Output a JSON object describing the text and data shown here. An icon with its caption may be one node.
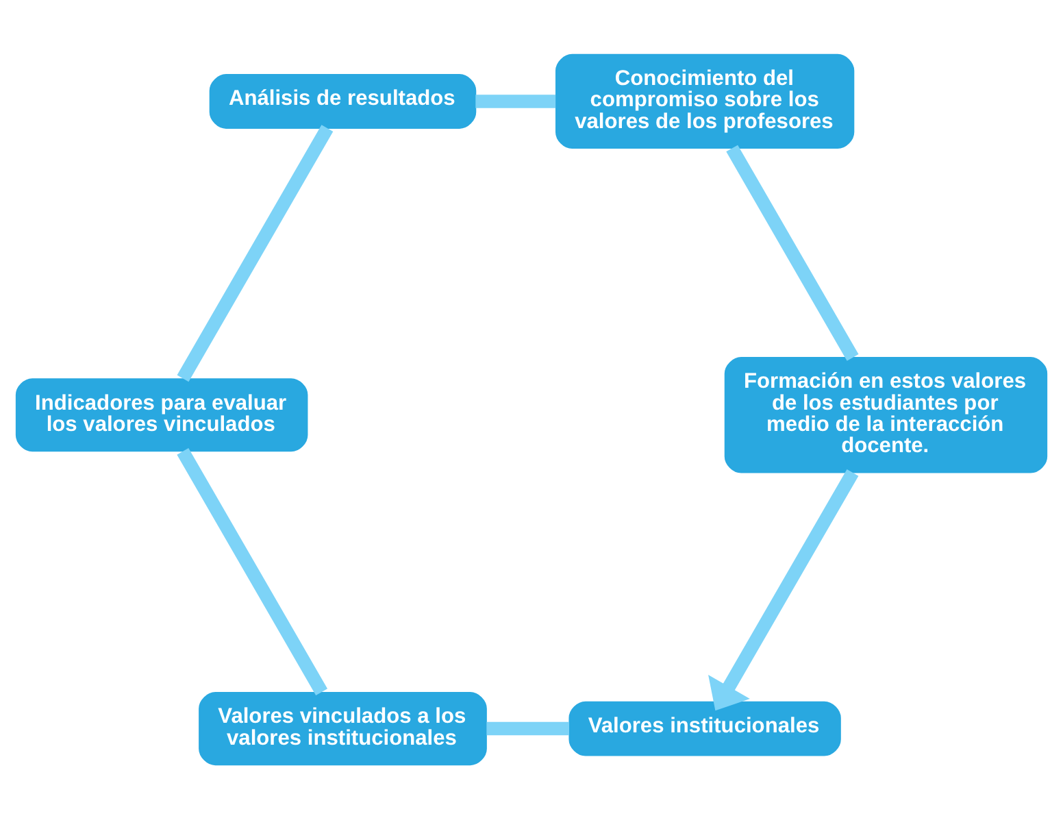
{
  "diagram": {
    "nodes": [
      {
        "text": [
          "Valores institucionales"
        ]
      },
      {
        "text": [
          "Valores vinculados a los valores institucionales"
        ]
      },
      {
        "text": [
          "Indicadores para evaluar los valores vinculados"
        ]
      },
      {
        "text": [
          "Análisis de resultados"
        ]
      },
      {
        "text": [
          "Conocimiento del compromiso sobre los valores de los profesores"
        ]
      },
      {
        "text": [
          "Formación en estos valores de los estudiantes por medio de la interacción docente."
        ]
      }
    ],
    "edges": [
      {
        "from": 0,
        "to": 1,
        "arrow": "none"
      },
      {
        "from": 1,
        "to": 2,
        "arrow": "none"
      },
      {
        "from": 2,
        "to": 3,
        "arrow": "none"
      },
      {
        "from": 3,
        "to": 4,
        "arrow": "none"
      },
      {
        "from": 4,
        "to": 5,
        "arrow": "none"
      },
      {
        "from": 5,
        "to": 0,
        "arrow": "to"
      }
    ]
  }
}
